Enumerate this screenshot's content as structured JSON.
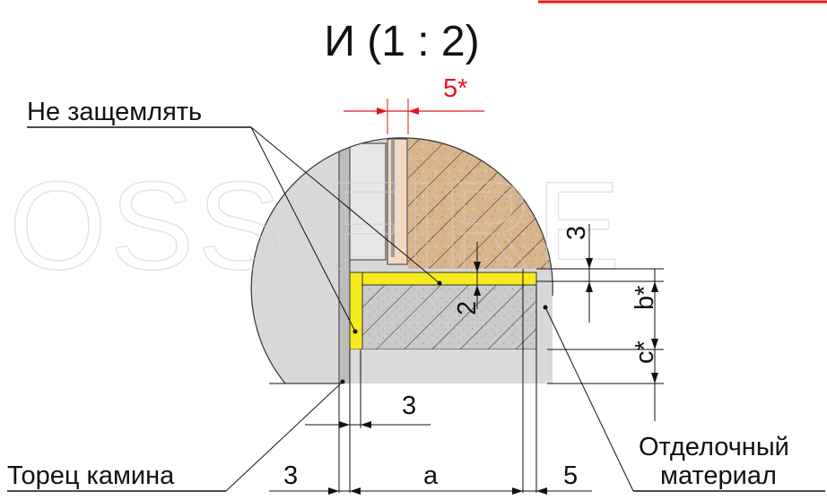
{
  "title": "И (1 : 2)",
  "watermark": "OSS FIRE",
  "labels": {
    "no_clamp": "Не защемлять",
    "fireplace_end": "Торец камина",
    "finishing_material_line1": "Отделочный",
    "finishing_material_line2": "материал"
  },
  "dimensions": {
    "top_red": "5*",
    "gap_3_vertical": "3",
    "gap_2": "2",
    "b": "b*",
    "c": "c*",
    "gap_3_horizontal": "3",
    "bottom_3": "3",
    "bottom_a": "a",
    "bottom_5": "5"
  },
  "colors": {
    "accent_red": "#e8141b",
    "insulation_yellow": "#f4ea1c",
    "wood": "#d8b48c",
    "concrete": "#c9c9c9",
    "grey_body": "#d9d9d9"
  }
}
